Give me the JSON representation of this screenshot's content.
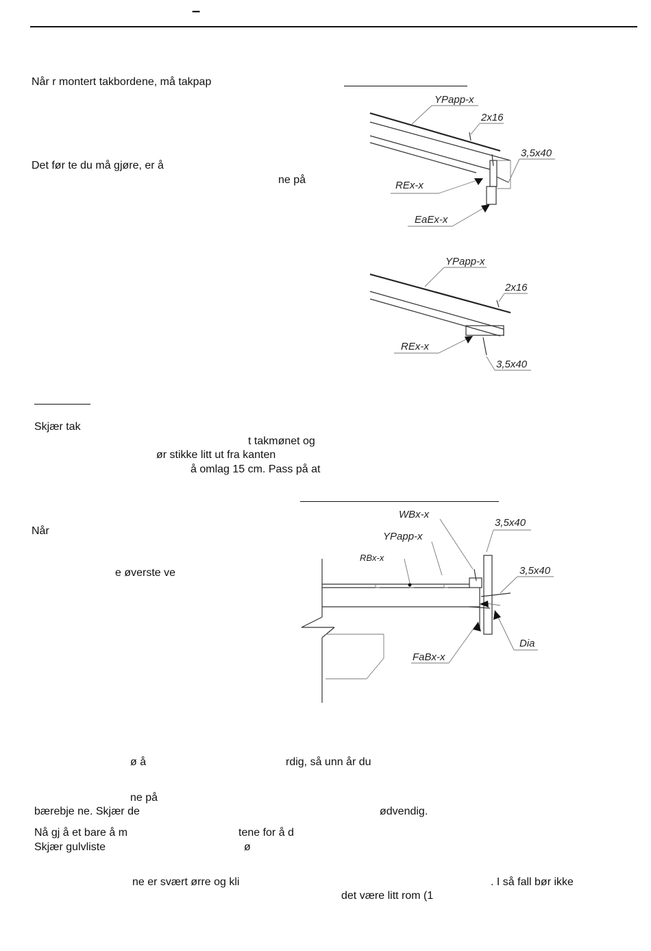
{
  "header": {
    "dash": "–"
  },
  "section1": {
    "p1": "Når          r montert takbordene, må takpap",
    "p2": "Det før  te du må gjøre, er å",
    "p3": "ne på"
  },
  "fig1": {
    "label_top": "YPapp-x",
    "nail_small": "2x16",
    "nail_large": "3,5x40",
    "label_re": "REx-x",
    "label_ea": "EaEx-x"
  },
  "fig2": {
    "label_top": "YPapp-x",
    "nail_small": "2x16",
    "label_re": "REx-x",
    "nail_large": "3,5x40"
  },
  "section2": {
    "l1": "Skjær tak",
    "l2": "t takmønet og",
    "l3": "ør stikke litt ut fra kanten",
    "l4": "å omlag 15 cm. Pass på at"
  },
  "section3": {
    "p1": "Når",
    "p2": "e øverste ve"
  },
  "fig3": {
    "label_wb": "WBx-x",
    "nail_top": "3,5x40",
    "label_yp": "YPapp-x",
    "label_rb": "RBx-x",
    "nail_mid": "3,5x40",
    "label_dia": "Dia",
    "label_fab": "FaBx-x"
  },
  "section4": {
    "l1a": "ø      å",
    "l1b": "rdig, så unn  år du",
    "l2": "ne på",
    "l3a": "bærebje     ne. Skjær de",
    "l3b": "ødvendig.",
    "l4a": "Nå gj       å     et bare å m",
    "l4b": "tene for å d",
    "l5a": "Skjær gulvliste",
    "l5b": "ø",
    "l6a": "ne er svært  ørre og kli",
    "l6b": ". I så fall bør ikke",
    "l7": "det være litt rom (1"
  }
}
